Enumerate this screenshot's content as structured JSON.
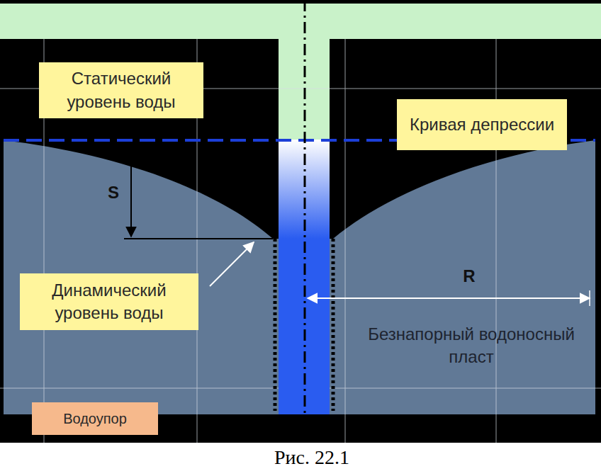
{
  "diagram": {
    "caption": "Рис. 22.1",
    "nodes": [
      {
        "text": [
          "Статический уровень воды"
        ]
      },
      {
        "text": [
          "Кривая депрессии"
        ]
      },
      {
        "text": [
          "Динамический уровень воды"
        ]
      },
      {
        "text": [
          "Водоупор"
        ]
      }
    ],
    "labels": [
      "S",
      "R",
      "Безнапорный водоносный пласт"
    ]
  }
}
